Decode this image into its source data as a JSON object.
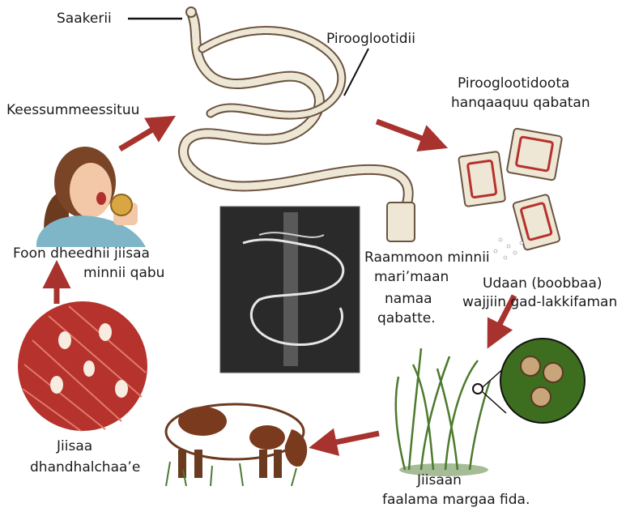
{
  "labels": {
    "scolex": "Saakerii",
    "proglottids": "Piroogloo​tidii",
    "gravid_line1": "Piroogloo​tidoota",
    "gravid_line2": "hanqaaquu qabatan",
    "ingestion": "Keessummeessituu",
    "human_line1": "Foon dheedhii jiisaa",
    "human_line2": "minnii qabu",
    "xray_line1": "Raammoon minnii",
    "xray_line2": "mari’maan",
    "xray_line3": "namaa",
    "xray_line4": "qabatte.",
    "eggs_line1": "Udaan (boobbaa)",
    "eggs_line2": "wajjiin gad-lakkifaman",
    "cyst_line1": "Jiisaa",
    "cyst_line2": "dhandhalchaa’e",
    "grass_line1": "Jiisaan",
    "grass_line2": "faalama margaa fida."
  },
  "colors": {
    "arrow": "#a8322d",
    "worm_fill": "#efe7d6",
    "worm_edge": "#6a5440",
    "muscle": "#b6322c",
    "grass": "#4c7a2e",
    "xray_bg": "#2a2a2a"
  }
}
